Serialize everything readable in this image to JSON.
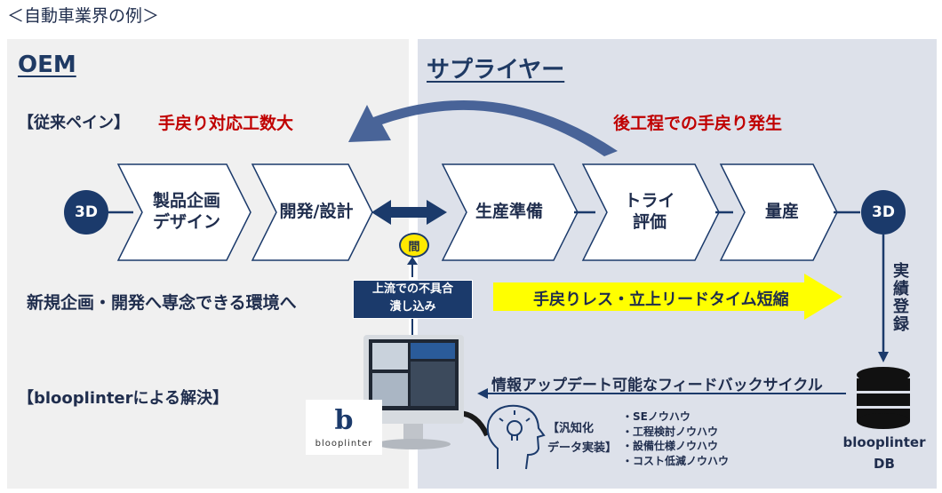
{
  "page_title": "＜自動車業界の例＞",
  "oem": {
    "heading": "OEM",
    "pain_label": "【従来ペイン】",
    "pain_text": "手戻り対応工数大",
    "solution_label": "【blooplinterによる解決】",
    "env_text": "新規企画・開発へ専念できる環境へ"
  },
  "supplier": {
    "heading": "サプライヤー",
    "pain_text": "後工程での手戻り発生"
  },
  "flow": {
    "start": "3D",
    "end": "3D",
    "steps": [
      "製品企画\nデザイン",
      "開発/設計",
      "生産準備",
      "トライ\n評価",
      "量産"
    ]
  },
  "ma_badge": "間",
  "upstream_box": [
    "上流での不具合",
    "潰し込み"
  ],
  "yellow_arrow_text": "手戻りレス・立上リードタイム短縮",
  "vertical_label": "実績登録",
  "feedback_text": "情報アップデート可能なフィードバックサイクル",
  "db": {
    "line1": "blooplinter",
    "line2": "DB"
  },
  "logo": {
    "letter": "b",
    "wordmark": "blooplinter"
  },
  "knowledge": {
    "label_line1": "【汎知化",
    "label_line2": "データ実装】",
    "items": [
      "・SEノウハウ",
      "・工程検討ノウハウ",
      "・設備仕様ノウハウ",
      "・コスト低減ノウハウ"
    ]
  },
  "colors": {
    "navy": "#1b3a6b",
    "red": "#c00000",
    "yellow": "#ffff00",
    "oem_bg": "#f0f0f0",
    "supplier_bg": "#dde1ea"
  },
  "icons": [
    "curved-return-arrow",
    "double-arrow",
    "up-arrow",
    "yellow-right-arrow",
    "database-icon",
    "monitor-icon",
    "head-bulb-icon",
    "feedback-arrow"
  ]
}
